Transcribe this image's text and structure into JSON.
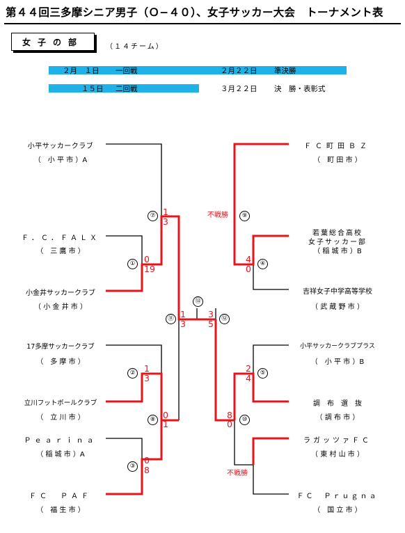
{
  "header": {
    "title": "第４４回三多摩シニア男子（Ｏ−４０）、女子サッカー大会　トーナメント表",
    "section_label": "女子の部",
    "team_count": "（１４チーム）"
  },
  "schedule": {
    "row1": {
      "date1": "２月　１日",
      "round1": "一回戦",
      "date2": "２月２２日",
      "round2": "準決勝"
    },
    "row2": {
      "date1": "１５日",
      "round1": "二回戦",
      "date2": "３月２２日",
      "round2": "決　勝・表彰式"
    }
  },
  "teams_left": [
    {
      "name": "小平サッカークラブ",
      "city": "（　小 平 市 ）A"
    },
    {
      "name": "Ｆ．Ｃ．ＦＡＬＸ",
      "city": "（　三 鷹 市 ）"
    },
    {
      "name": "小金井サッカークラブ",
      "city": "（ 小 金 井 市 ）"
    },
    {
      "name": "17多摩サッカークラブ",
      "city": "（　多 摩 市 ）"
    },
    {
      "name": "立川フットボールクラブ",
      "city": "（　立 川 市 ）"
    },
    {
      "name": "Ｐｅａｒｉｎａ",
      "city": "（ 稲 城 市 ）A"
    },
    {
      "name": "ＦＣ　ＰＡＦ",
      "city": "（　福 生 市 ）"
    }
  ],
  "teams_right": [
    {
      "name": "ＦＣ町田ＢＺ",
      "city": "（　町 田 市 ）"
    },
    {
      "name": "若葉総合高校",
      "name2": "女子サッカー部",
      "city": "（ 稲 城 市 ）B"
    },
    {
      "name": "吉祥女子中学高等学校",
      "city": "（ 武 蔵 野 市 ）"
    },
    {
      "name": "小平サッカークラブプラス",
      "city": "（　小 平 市 ）B"
    },
    {
      "name": "調　布　選　抜",
      "city": "（ 調 布 市 ）"
    },
    {
      "name": "ラガッツァＦＣ",
      "city": "（ 東 村 山 市 ）"
    },
    {
      "name": "ＦＣ　Ｐｒｕｇｎａ",
      "city": "（　国 立 市 ）"
    }
  ],
  "matches": {
    "m1": "①",
    "m2": "②",
    "m3": "③",
    "m4": "④",
    "m5": "⑤",
    "m7": "⑦",
    "m8": "⑧",
    "m9": "⑨",
    "m10": "⑩",
    "m11": "⑪",
    "m12": "⑫",
    "m13": "⑬"
  },
  "scores": {
    "m1_top": "0",
    "m1_bot": "19",
    "m2_top": "1",
    "m2_bot": "3",
    "m3_top": "0",
    "m3_bot": "8",
    "m7_top": "1",
    "m7_bot": "3",
    "m8_top": "0",
    "m8_bot": "1",
    "m11_top": "1",
    "m11_bot": "3",
    "m12_top": "3",
    "m12_bot": "5",
    "m4_top": "4",
    "m4_bot": "0",
    "m5_top": "2",
    "m5_bot": "4",
    "m10_top": "8",
    "m10_bot": "0"
  },
  "walkover": {
    "m9": "不戦勝",
    "m10": "不戦勝"
  },
  "colors": {
    "winner_line": "#e8141c",
    "loser_line": "#000000",
    "schedule_bar": "#1fb2e8"
  }
}
